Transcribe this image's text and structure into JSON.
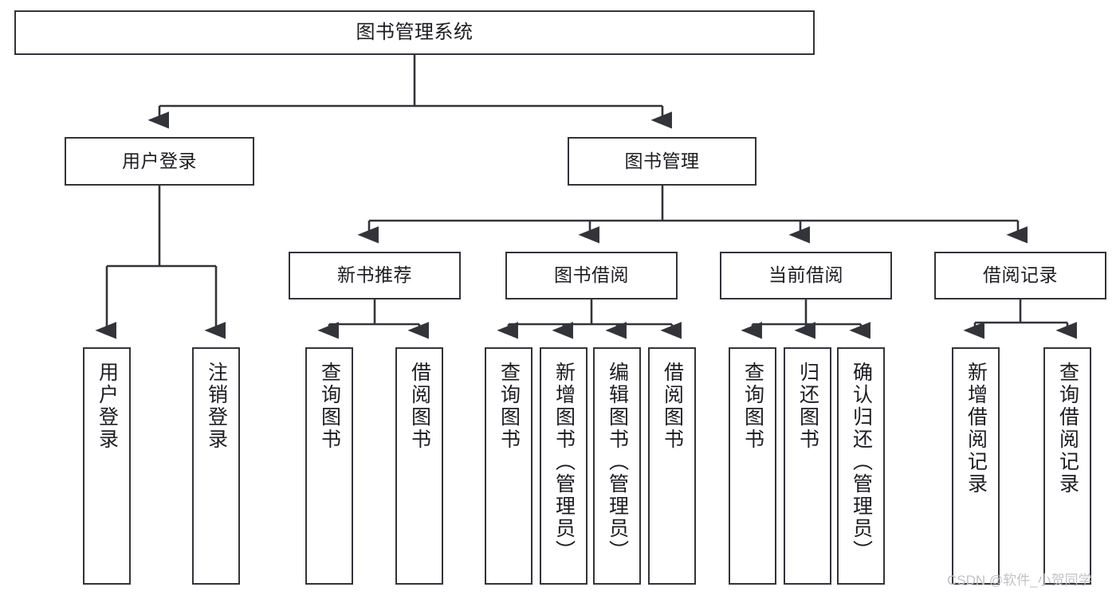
{
  "diagram": {
    "title": "图书管理系统",
    "type": "tree-hierarchy-chart",
    "watermark": "CSDN @软件_小贺同学",
    "colors": {
      "border": "#33333a",
      "background": "#ffffff",
      "text": "#1c1c22",
      "edge": "#33333a",
      "watermark": "#c2c2c6"
    }
  },
  "nodes": {
    "root": {
      "label": "图书管理系统"
    },
    "level1": [
      {
        "id": "user-login",
        "label": "用户登录"
      },
      {
        "id": "book-manage",
        "label": "图书管理"
      }
    ],
    "level2": [
      {
        "id": "new-book-recommend",
        "label": "新书推荐"
      },
      {
        "id": "book-borrow",
        "label": "图书借阅"
      },
      {
        "id": "current-borrow",
        "label": "当前借阅"
      },
      {
        "id": "borrow-record",
        "label": "借阅记录"
      }
    ],
    "leaves": {
      "user_login": [
        {
          "id": "leaf-user-login",
          "label": "用户登录"
        },
        {
          "id": "leaf-logout-login",
          "label": "注销登录"
        }
      ],
      "new_book_recommend": [
        {
          "id": "leaf-query-book-1",
          "label": "查询图书"
        },
        {
          "id": "leaf-borrow-book-1",
          "label": "借阅图书"
        }
      ],
      "book_borrow": [
        {
          "id": "leaf-query-book-2",
          "label": "查询图书"
        },
        {
          "id": "leaf-add-book",
          "label": "新增图书（管理员）"
        },
        {
          "id": "leaf-edit-book",
          "label": "编辑图书（管理员）"
        },
        {
          "id": "leaf-borrow-book-2",
          "label": "借阅图书"
        }
      ],
      "current_borrow": [
        {
          "id": "leaf-query-book-3",
          "label": "查询图书"
        },
        {
          "id": "leaf-return-book",
          "label": "归还图书"
        },
        {
          "id": "leaf-confirm-return",
          "label": "确认归还（管理员）"
        }
      ],
      "borrow_record": [
        {
          "id": "leaf-add-record",
          "label": "新增借阅记录"
        },
        {
          "id": "leaf-query-record",
          "label": "查询借阅记录"
        }
      ]
    }
  }
}
